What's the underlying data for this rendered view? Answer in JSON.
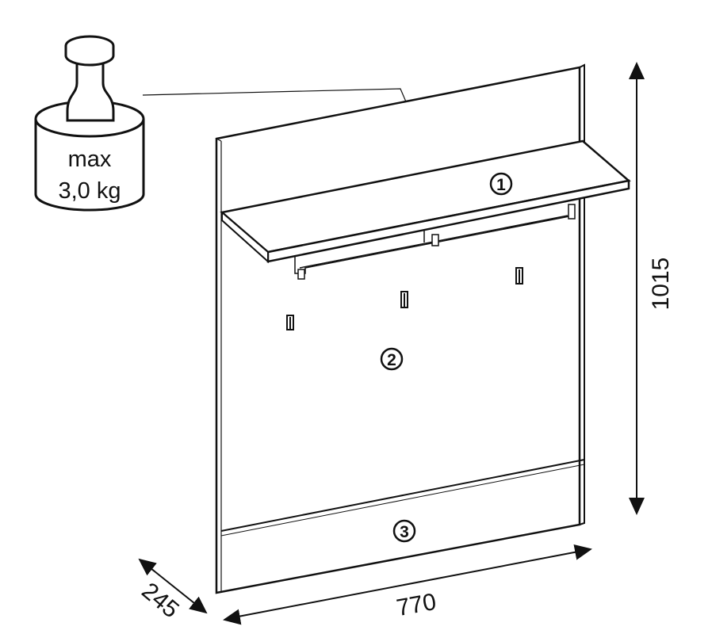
{
  "weight_label": {
    "line1": "max",
    "line2": "3,0 kg"
  },
  "parts": [
    {
      "number": "1",
      "name": "shelf"
    },
    {
      "number": "2",
      "name": "back-panel"
    },
    {
      "number": "3",
      "name": "bottom-strip"
    }
  ],
  "dimensions": {
    "height": "1015",
    "width": "770",
    "depth": "245"
  },
  "colors": {
    "stroke": "#111111",
    "background": "#ffffff"
  }
}
